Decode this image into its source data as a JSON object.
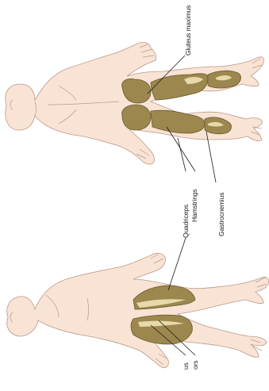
{
  "labels": {
    "gluteus_maximus": "Gluteus maximus",
    "quadriceps": "Quadriceps",
    "hamstrings": "Hamstrings",
    "gastrocnemius": "Gastrocnemius",
    "edge_1": "us",
    "edge_2": "ors"
  },
  "colors": {
    "skin": "#f9e3d5",
    "skin_outline": "#b99a88",
    "muscle": "#9c874e",
    "muscle_outline": "#6b5a2c",
    "muscle_highlight": "#efe2b4",
    "leader_line": "#1a1a1a"
  }
}
